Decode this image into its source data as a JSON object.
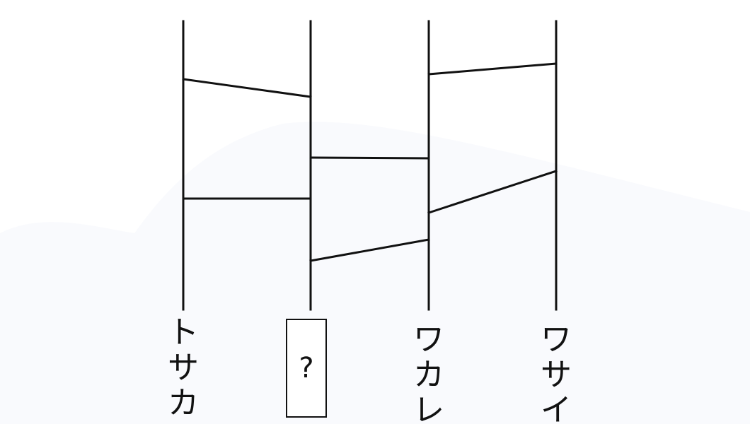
{
  "labels": [
    {
      "glyphs": [
        "ト",
        "サ",
        "カ"
      ]
    },
    {
      "unknown": "?"
    },
    {
      "glyphs": [
        "ワ",
        "カ",
        "レ"
      ]
    },
    {
      "glyphs": [
        "ワ",
        "サ",
        "イ"
      ]
    }
  ]
}
